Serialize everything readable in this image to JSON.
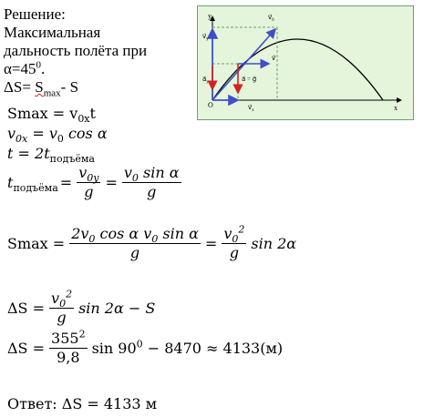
{
  "solution_heading": "Решение:",
  "problem_text_1": "Максимальная",
  "problem_text_2": "дальность полёта  при",
  "problem_text_3": "α=45",
  "problem_text_3_sup": "0",
  "problem_text_3_end": ".",
  "delta_def": {
    "left": "ΔS= ",
    "smax": "S",
    "smax_sub": "max",
    "right": "- S"
  },
  "eq_smax": {
    "lhs": " Smax = v",
    "sub": "0x",
    "rhs": "t"
  },
  "eq_v0x": {
    "v": "v",
    "sub1": "0x",
    "mid": " = v",
    "sub2": "0",
    "rhs": " cos α"
  },
  "eq_t": {
    "lhs": "t = 2t",
    "sub": "подъёма"
  },
  "eq_tpod": {
    "t": "t",
    "sub": "подъёма",
    "eq1": "=",
    "num1": "v",
    "num1_sub": "0y",
    "den1": "g",
    "eq2": "=",
    "num2": "v",
    "num2_sub": "0",
    "num2_rest": " sin α",
    "den2": "g"
  },
  "eq_smax2": {
    "lhs": "Smax =",
    "num1": "2v",
    "num1_sub": "0",
    "num1_rest": " cos α v",
    "num1_sub2": "0",
    "num1_rest2": " sin α",
    "den1": "g",
    "eq2": "=",
    "num2": "v",
    "num2_sub": "0",
    "num2_sup": "2",
    "den2": "g",
    "rest": "sin 2α"
  },
  "eq_ds": {
    "lhs": "ΔS =",
    "num": "v",
    "num_sub": "0",
    "num_sup": "2",
    "den": "g",
    "rest": "sin 2α − S"
  },
  "eq_ds_num": {
    "lhs": "ΔS =",
    "num": "355",
    "num_sup": "2",
    "den": "9,8",
    "rest": "sin 90",
    "rest_sup": "0",
    "rest2": " − 8470 ≈ 4133(м)"
  },
  "answer": "Ответ: ΔS = 4133 м",
  "figure": {
    "axis_y": "y",
    "axis_x": "x",
    "origin": "O",
    "v0_label": "v⃗",
    "v0_sub": "0",
    "vy_label": "v⃗",
    "vy_sub": "y",
    "ay_label": "a⃗",
    "ay_sub": "y",
    "a_eq_g": "a⃗ = g⃗",
    "vx_label": "v⃗",
    "vx_sub": "x",
    "v_label": "v⃗",
    "colors": {
      "background": "#e4f5dc",
      "border": "#6ea06e",
      "velocity": "#3f4fc8",
      "accel": "#d42020",
      "curve": "#000000"
    }
  }
}
